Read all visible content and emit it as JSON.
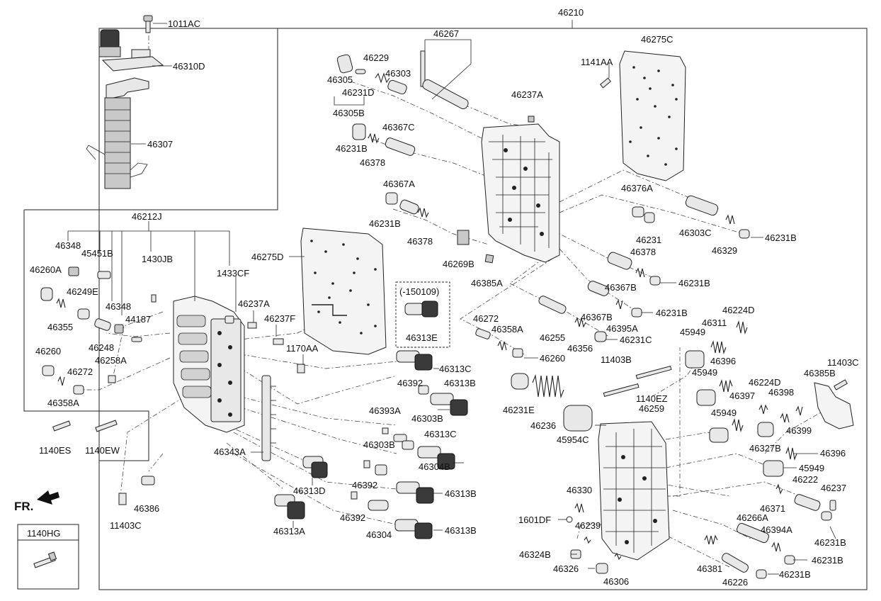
{
  "diagram": {
    "labels": {
      "l46210": "46210",
      "l1011AC": "1011AC",
      "l46310D": "46310D",
      "l46307": "46307",
      "l46212J": "46212J",
      "l46267": "46267",
      "l46275C": "46275C",
      "l1141AA": "1141AA",
      "l46229": "46229",
      "l46305": "46305",
      "l46303a": "46303",
      "l46231D": "46231D",
      "l46305B": "46305B",
      "l46237A_top": "46237A",
      "l46367C": "46367C",
      "l46231B_a": "46231B",
      "l46378_a": "46378",
      "l46367A": "46367A",
      "l46231B_b": "46231B",
      "l46378_b": "46378",
      "l46269B": "46269B",
      "l46385A": "46385A",
      "l46376A": "46376A",
      "l46231": "46231",
      "l46303C": "46303C",
      "l46329": "46329",
      "l46231B_c": "46231B",
      "l46378_c": "46378",
      "l46367B_a": "46367B",
      "l46231B_d": "46231B",
      "l46367B_b": "46367B",
      "l46231B_e": "46231B",
      "l46395A": "46395A",
      "l46231C": "46231C",
      "l46224D_a": "46224D",
      "l46311": "46311",
      "l46348_a": "46348",
      "l45451B": "45451B",
      "l1430JB": "1430JB",
      "l1433CF": "1433CF",
      "l46275D": "46275D",
      "l46260A": "46260A",
      "l46249E": "46249E",
      "l46348_b": "46348",
      "l44187": "44187",
      "l46237A_mid": "46237A",
      "l46237F": "46237F",
      "l46355": "46355",
      "l46248": "46248",
      "l46260_a": "46260",
      "l46258A": "46258A",
      "l46272_a": "46272",
      "l46358A_a": "46358A",
      "l1170AA": "1170AA",
      "l150109": "(-150109)",
      "l46313E": "46313E",
      "l46272_b": "46272",
      "l46358A_b": "46358A",
      "l46255": "46255",
      "l46356": "46356",
      "l46260_b": "46260",
      "l45949_a": "45949",
      "l45949_b": "45949",
      "l46396_a": "46396",
      "l46224D_b": "46224D",
      "l46397": "46397",
      "l46398": "46398",
      "l46399": "46399",
      "l11403C_a": "11403C",
      "l46385B": "46385B",
      "l46313C_a": "46313C",
      "l46392_a": "46392",
      "l46313B_a": "46313B",
      "l46303B_a": "46303B",
      "l46393A": "46393A",
      "l11403B": "11403B",
      "l1140EZ": "1140EZ",
      "l46259": "46259",
      "l46231E": "46231E",
      "l46236": "46236",
      "l45954C": "45954C",
      "l45949_c": "45949",
      "l46327B": "46327B",
      "l46396_b": "46396",
      "l45949_d": "45949",
      "l1140ES": "1140ES",
      "l1140EW": "1140EW",
      "l46303B_b": "46303B",
      "l46313C_b": "46313C",
      "l46304B": "46304B",
      "l46343A": "46343A",
      "l46392_b": "46392",
      "l46313D": "46313D",
      "l46313B_b": "46313B",
      "l46330": "46330",
      "l46222": "46222",
      "l46237": "46237",
      "l46371": "46371",
      "l46386": "46386",
      "l11403C_b": "11403C",
      "l46392_c": "46392",
      "l1601DF": "1601DF",
      "l46239": "46239",
      "l46266A": "46266A",
      "l46394A": "46394A",
      "l46313A": "46313A",
      "l46304": "46304",
      "l46313B_c": "46313B",
      "l46231B_f": "46231B",
      "l46324B": "46324B",
      "l46381": "46381",
      "l46231B_g": "46231B",
      "l46326": "46326",
      "l46306": "46306",
      "l46226": "46226",
      "l46231B_h": "46231B",
      "fr": "FR.",
      "l1140HG": "1140HG"
    },
    "icons": [
      "front-direction-arrow-icon",
      "bolt-icon"
    ]
  }
}
